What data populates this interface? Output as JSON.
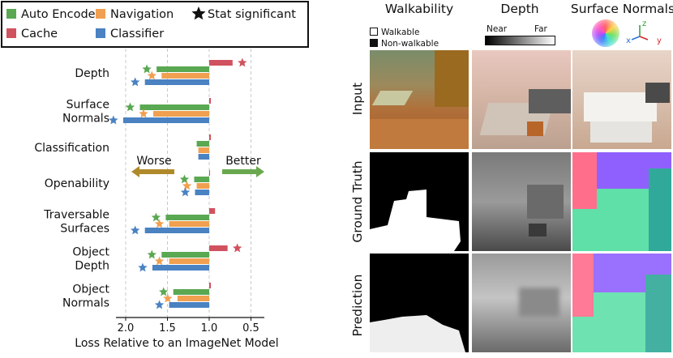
{
  "chart_data": {
    "type": "bar",
    "orientation": "horizontal",
    "xlabel": "Loss Relative to an ImageNet Model",
    "x_axis_reversed": true,
    "xlim": [
      2.2,
      0.4
    ],
    "xticks": [
      "2.0",
      "1.5",
      "1.0",
      "0.5"
    ],
    "xtick_values": [
      2.0,
      1.5,
      1.0,
      0.5
    ],
    "grid": "vertical dashed",
    "baseline": 1.0,
    "categories": [
      [
        "Depth"
      ],
      [
        "Surface",
        "Normals"
      ],
      [
        "Classification"
      ],
      [
        "Openability"
      ],
      [
        "Traversable",
        "Surfaces"
      ],
      [
        "Object",
        "Depth"
      ],
      [
        "Object",
        "Normals"
      ]
    ],
    "series": [
      {
        "name": "Cache",
        "color": "#d0525e",
        "values": [
          0.72,
          0.98,
          0.98,
          0.99,
          0.93,
          0.78,
          0.98
        ],
        "significant": [
          true,
          false,
          false,
          false,
          false,
          true,
          false
        ]
      },
      {
        "name": "Auto Encoder",
        "color": "#5aa852",
        "values": [
          1.63,
          1.83,
          1.15,
          1.18,
          1.52,
          1.57,
          1.43
        ],
        "significant": [
          true,
          true,
          false,
          true,
          true,
          true,
          true
        ]
      },
      {
        "name": "Navigation",
        "color": "#f0a050",
        "values": [
          1.57,
          1.67,
          1.13,
          1.15,
          1.48,
          1.48,
          1.38
        ],
        "significant": [
          true,
          true,
          false,
          true,
          true,
          true,
          true
        ]
      },
      {
        "name": "Classifier",
        "color": "#4a82c2",
        "values": [
          1.77,
          2.03,
          1.13,
          1.17,
          1.77,
          1.68,
          1.48
        ],
        "significant": [
          true,
          true,
          false,
          true,
          true,
          true,
          true
        ]
      }
    ],
    "legend": {
      "placement": "top",
      "entries": [
        "Auto Encoder",
        "Navigation",
        "Stat significant",
        "Cache",
        "Classifier"
      ]
    },
    "annotations": [
      {
        "text": "Worse",
        "color": "#b08a2a"
      },
      {
        "text": "Better",
        "color": "#6aa84f"
      }
    ]
  },
  "figure": {
    "columns": [
      "Walkability",
      "Depth",
      "Surface Normals"
    ],
    "rows": [
      "Input",
      "Ground Truth",
      "Prediction"
    ],
    "walkability_legend": [
      "Walkable",
      "Non-walkable"
    ],
    "depth_legend": {
      "near": "Near",
      "far": "Far"
    },
    "axis_letters": {
      "z": "z",
      "x": "x",
      "y": "y"
    }
  }
}
